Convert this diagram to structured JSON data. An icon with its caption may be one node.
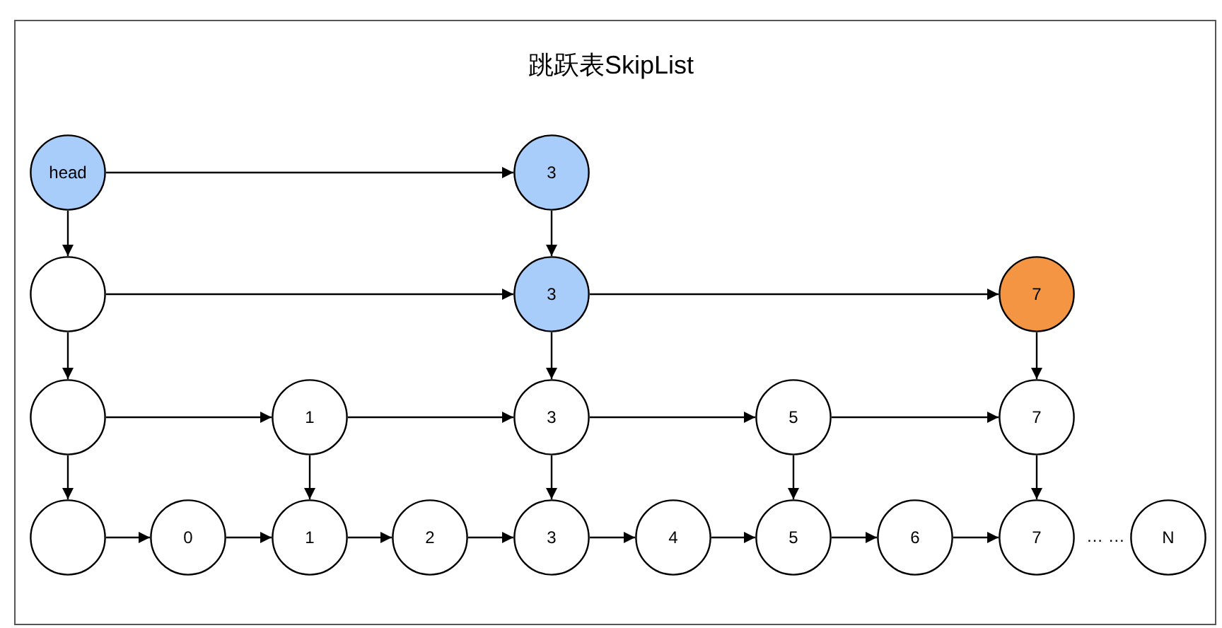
{
  "diagram": {
    "title": "跳跃表SkipList",
    "nodes": [
      {
        "text": [
          "head"
        ]
      },
      {
        "text": [
          "3"
        ]
      },
      {
        "text": [],
        "shape": "circle"
      },
      {
        "text": [
          "3"
        ]
      },
      {
        "text": [
          "7"
        ]
      },
      {
        "text": [],
        "shape": "circle"
      },
      {
        "text": [
          "1"
        ]
      },
      {
        "text": [
          "3"
        ]
      },
      {
        "text": [
          "5"
        ]
      },
      {
        "text": [
          "7"
        ]
      },
      {
        "text": [],
        "shape": "circle"
      },
      {
        "text": [
          "0"
        ]
      },
      {
        "text": [
          "1"
        ]
      },
      {
        "text": [
          "2"
        ]
      },
      {
        "text": [
          "3"
        ]
      },
      {
        "text": [
          "4"
        ]
      },
      {
        "text": [
          "5"
        ]
      },
      {
        "text": [
          "6"
        ]
      },
      {
        "text": [
          "7"
        ]
      },
      {
        "text": [
          "N"
        ]
      }
    ],
    "edges": [
      {
        "from": 0,
        "to": 1,
        "arrow": "to"
      },
      {
        "from": 0,
        "to": 2,
        "arrow": "to"
      },
      {
        "from": 1,
        "to": 3,
        "arrow": "to"
      },
      {
        "from": 2,
        "to": 3,
        "arrow": "to"
      },
      {
        "from": 3,
        "to": 4,
        "arrow": "to"
      },
      {
        "from": 2,
        "to": 5,
        "arrow": "to"
      },
      {
        "from": 3,
        "to": 7,
        "arrow": "to"
      },
      {
        "from": 4,
        "to": 9,
        "arrow": "to"
      },
      {
        "from": 5,
        "to": 6,
        "arrow": "to"
      },
      {
        "from": 6,
        "to": 7,
        "arrow": "to"
      },
      {
        "from": 7,
        "to": 8,
        "arrow": "to"
      },
      {
        "from": 8,
        "to": 9,
        "arrow": "to"
      },
      {
        "from": 5,
        "to": 10,
        "arrow": "to"
      },
      {
        "from": 6,
        "to": 12,
        "arrow": "to"
      },
      {
        "from": 7,
        "to": 14,
        "arrow": "to"
      },
      {
        "from": 8,
        "to": 16,
        "arrow": "to"
      },
      {
        "from": 9,
        "to": 18,
        "arrow": "to"
      },
      {
        "from": 10,
        "to": 11,
        "arrow": "to"
      },
      {
        "from": 11,
        "to": 12,
        "arrow": "to"
      },
      {
        "from": 12,
        "to": 13,
        "arrow": "to"
      },
      {
        "from": 13,
        "to": 14,
        "arrow": "to"
      },
      {
        "from": 14,
        "to": 15,
        "arrow": "to"
      },
      {
        "from": 15,
        "to": 16,
        "arrow": "to"
      },
      {
        "from": 16,
        "to": 17,
        "arrow": "to"
      },
      {
        "from": 17,
        "to": 18,
        "arrow": "to"
      }
    ],
    "labels": [
      "… …"
    ]
  }
}
